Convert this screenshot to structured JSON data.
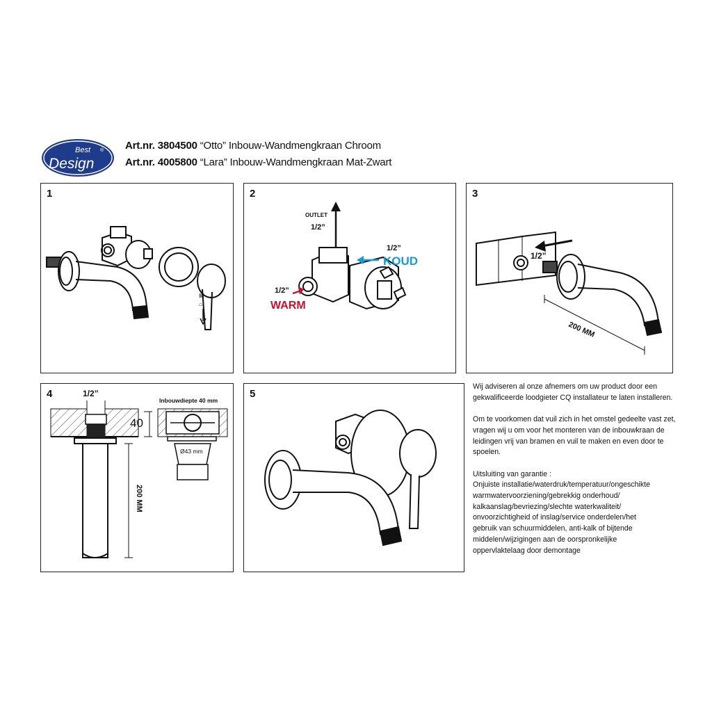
{
  "logo": {
    "top": "Best",
    "bottom": "Design",
    "mark": "®"
  },
  "header": {
    "line1_bold": "Art.nr. 3804500",
    "line1_rest": " “Otto” Inbouw-Wandmengkraan Chroom",
    "line2_bold": "Art.nr. 4005800",
    "line2_rest": " “Lara” Inbouw-Wandmengkraan Mat-Zwart"
  },
  "steps": [
    {
      "number": "1"
    },
    {
      "number": "2",
      "outlet": "OUTLET",
      "outlet_size": "1/2”",
      "cold_size": "1/2”",
      "cold": "KOUD",
      "warm_size": "1/2”",
      "warm": "WARM"
    },
    {
      "number": "3",
      "size": "1/2”",
      "length": "200 MM"
    },
    {
      "number": "4",
      "size": "1/2”",
      "depth_label": "Inbouwdiepte 40 mm",
      "depth": "40",
      "diameter": "Ø43 mm",
      "length": "200 MM"
    },
    {
      "number": "5"
    }
  ],
  "notes": {
    "p1": "Wij adviseren al onze afnemers om uw product door een gekwalificeerde loodgieter CQ installateur te laten installeren.",
    "p2": "Om te voorkomen dat vuil zich in het omstel gedeelte vast zet, vragen wij u om voor het monteren van de inbouwkraan de leidingen vrij van bramen en vuil te maken en even door te spoelen.",
    "p3_title": "Uitsluiting van garantie :",
    "p3_lines": [
      "Onjuiste installatie/waterdruk/temperatuur/ongeschikte",
      "warmwatervoorziening/gebrekkig onderhoud/",
      "kalkaanslag/bevriezing/slechte waterkwaliteit/",
      "onvoorzichtigheid of inslag/service onderdelen/het",
      "gebruik van schuurmiddelen, anti-kalk of bijtende",
      "middelen/wijzigingen aan de oorspronkelijke",
      "oppervlaktelaag  door demontage"
    ]
  },
  "colors": {
    "logo_blue": "#1f3b8c",
    "warm_red": "#c8102e",
    "cold_blue": "#1a9ad6",
    "line": "#111111"
  }
}
